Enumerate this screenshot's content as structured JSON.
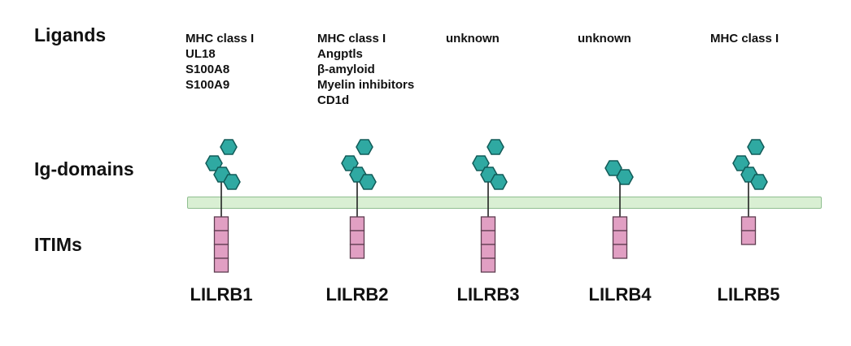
{
  "row_labels": {
    "ligands": "Ligands",
    "ig_domains": "Ig-domains",
    "itims": "ITIMs"
  },
  "colors": {
    "hexagon_fill": "#2FA9A2",
    "hexagon_stroke": "#125B58",
    "membrane_fill": "#D9EFD3",
    "membrane_stroke": "#8FBE8F",
    "itim_fill": "#E19FC3",
    "itim_stroke": "#5E3D50",
    "stalk": "#222222"
  },
  "receptors": [
    {
      "name": "LILRB1",
      "ligands": [
        "MHC class I",
        "UL18",
        "S100A8",
        "S100A9"
      ],
      "ig_domains": 4,
      "itims": 4
    },
    {
      "name": "LILRB2",
      "ligands": [
        "MHC class I",
        "Angptls",
        "β-amyloid",
        "Myelin inhibitors",
        "CD1d"
      ],
      "ig_domains": 4,
      "itims": 3
    },
    {
      "name": "LILRB3",
      "ligands": [
        "unknown"
      ],
      "ig_domains": 4,
      "itims": 4
    },
    {
      "name": "LILRB4",
      "ligands": [
        "unknown"
      ],
      "ig_domains": 2,
      "itims": 3
    },
    {
      "name": "LILRB5",
      "ligands": [
        "MHC class I"
      ],
      "ig_domains": 4,
      "itims": 2
    }
  ]
}
